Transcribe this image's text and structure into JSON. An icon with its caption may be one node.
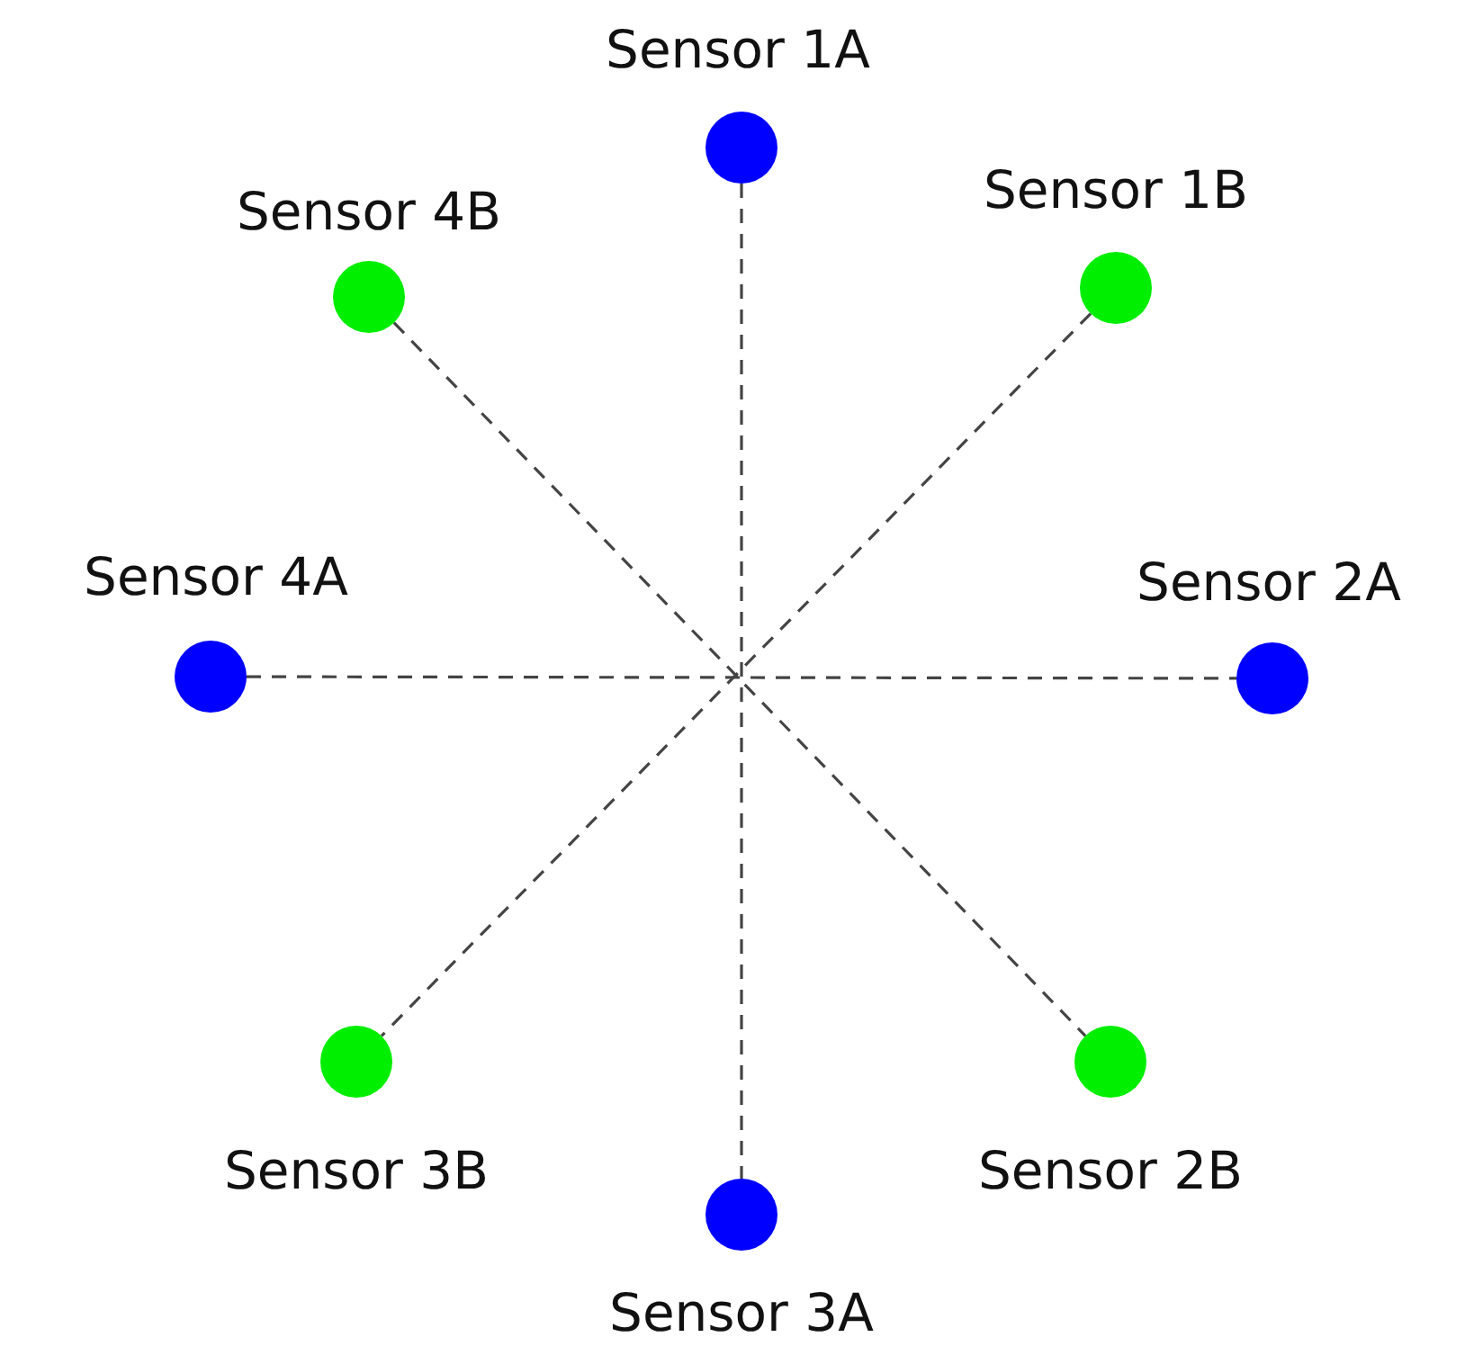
{
  "diagram": {
    "nodes": [
      {
        "text": [],
        "shape": "circle",
        "beside": [
          "Sensor 1A"
        ]
      },
      {
        "text": [],
        "shape": "circle",
        "beside": [
          "Sensor 4B"
        ]
      },
      {
        "text": [],
        "shape": "circle",
        "beside": [
          "Sensor 1B"
        ]
      },
      {
        "text": [],
        "shape": "circle",
        "beside": [
          "Sensor 4A"
        ]
      },
      {
        "text": [],
        "shape": "circle",
        "beside": [
          "Sensor 2A"
        ]
      },
      {
        "text": [],
        "shape": "circle",
        "beside": [
          "Sensor 3B"
        ]
      },
      {
        "text": [],
        "shape": "circle",
        "beside": [
          "Sensor 2B"
        ]
      },
      {
        "text": [],
        "shape": "circle",
        "beside": [
          "Sensor 3A"
        ]
      }
    ],
    "edges": [
      {
        "from": 0,
        "to": 7,
        "arrow": "none",
        "style": "dashed"
      },
      {
        "from": 1,
        "to": 6,
        "arrow": "none",
        "style": "dashed"
      },
      {
        "from": 2,
        "to": 5,
        "arrow": "none",
        "style": "dashed"
      },
      {
        "from": 3,
        "to": 4,
        "arrow": "none",
        "style": "dashed"
      }
    ]
  }
}
